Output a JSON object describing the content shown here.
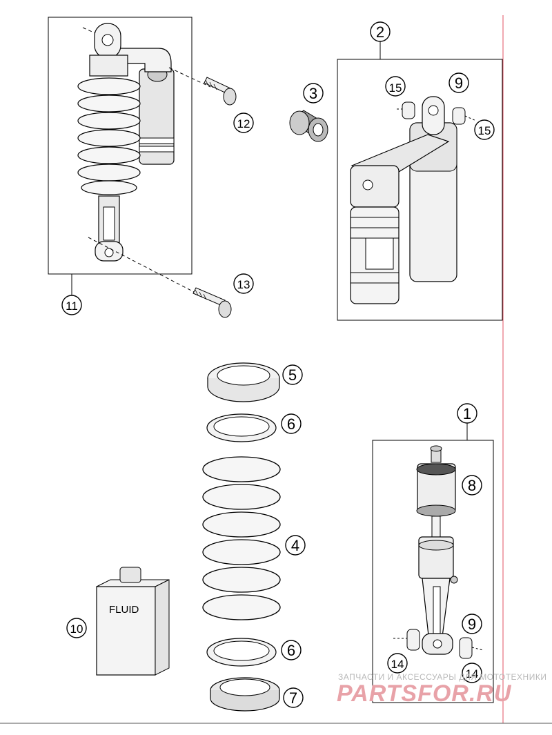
{
  "diagram": {
    "callouts": {
      "c1": "1",
      "c2": "2",
      "c3": "3",
      "c4": "4",
      "c5": "5",
      "c6a": "6",
      "c6b": "6",
      "c7": "7",
      "c8": "8",
      "c9a": "9",
      "c9b": "9",
      "c10": "10",
      "c11": "11",
      "c12": "12",
      "c13": "13",
      "c14a": "14",
      "c14b": "14",
      "c15a": "15",
      "c15b": "15"
    },
    "fluid_label": "FLUID"
  },
  "watermark": {
    "line1": "ЗАПЧАСТИ И АКСЕССУАРЫ ДЛЯ МОТОТЕХНИКИ",
    "line2": "PARTSFOR.RU"
  },
  "colors": {
    "line": "#000000",
    "shade": "#d9d9d9",
    "edge_line": "#e05060",
    "watermark_red": "#e8a2a8"
  }
}
